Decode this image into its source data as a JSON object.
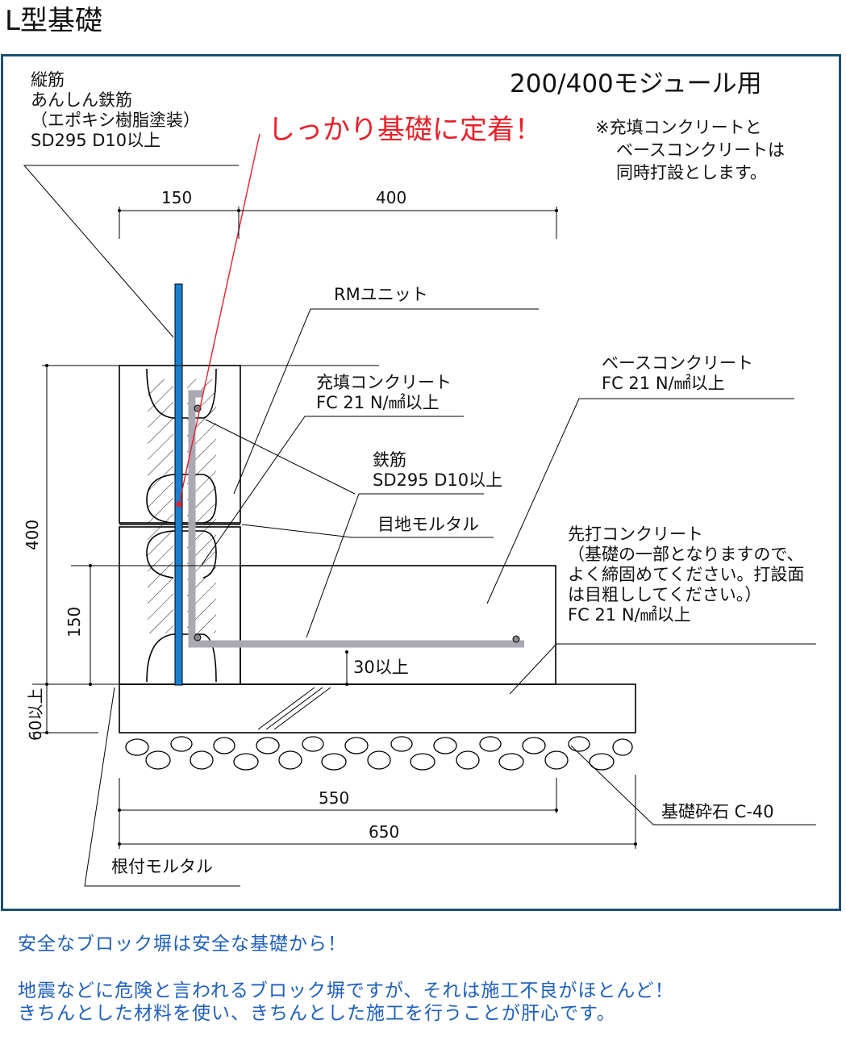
{
  "title": "L型基礎",
  "module": "200/400モジュール用",
  "anchor_text": "しっかり基礎に定着！",
  "note": [
    "※充填コンクリートと",
    "ベースコンクリートは",
    "同時打設とします。"
  ],
  "labels": {
    "vertical_bar": [
      "縦筋",
      "あんしん鉄筋",
      "（エポキシ樹脂塗装）",
      "SD295 D10以上"
    ],
    "rm_unit": "RMユニット",
    "fill_concrete": [
      "充填コンクリート",
      "FC 21 N/㎟以上"
    ],
    "base_concrete": [
      "ベースコンクリート",
      "FC 21 N/㎟以上"
    ],
    "rebar": [
      "鉄筋",
      "SD295 D10以上"
    ],
    "joint_mortar": "目地モルタル",
    "pre_concrete": [
      "先打コンクリート",
      "（基礎の一部となりますので、",
      "よく締固めてください。打設面",
      "は目粗ししてください。）",
      "FC 21 N/㎟以上"
    ],
    "cover": "30以上",
    "crushed_stone": "基礎砕石 C-40",
    "root_mortar": "根付モルタル"
  },
  "dimensions": {
    "top_left": "150",
    "top_right": "400",
    "left_height": "400",
    "left_inner": "150",
    "left_bottom": "60以上",
    "bottom_inner": "550",
    "bottom_outer": "650"
  },
  "footer": [
    "安全なブロック塀は安全な基礎から！",
    "地震などに危険と言われるブロック塀ですが、それは施工不良がほとんど！",
    "きちんとした材料を使い、きちんとした施工を行うことが肝心です。"
  ],
  "colors": {
    "frame": "#1d4f73",
    "bar": "#1b7fd0",
    "anchor": "#e8202a",
    "footer": "#1e5fbf",
    "rebar": "#a9a9b4"
  }
}
